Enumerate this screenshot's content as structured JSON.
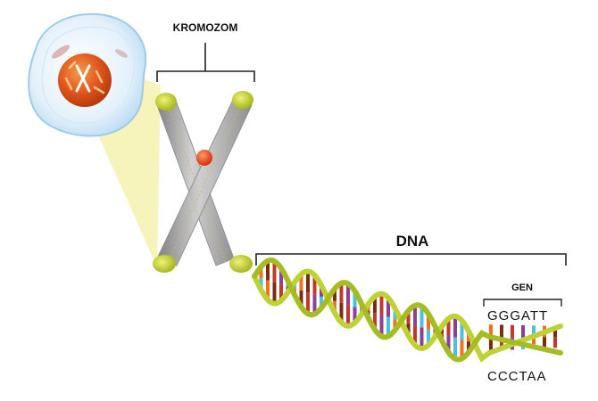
{
  "labels": {
    "chromosome": "KROMOZOM",
    "dna": "DNA",
    "gene": "GEN",
    "seq_top": "GGGATT",
    "seq_bottom": "CCCTAA"
  },
  "colors": {
    "backbone": "#bfd235",
    "backbone_dark": "#8aa31c",
    "chromatid": "#9e9e9e",
    "centromere": "#ef4a1e",
    "cell_membrane": "#b9dcf4",
    "nucleus": "#e0561c",
    "zoom_beam": "#f6f3b4",
    "base_pairs": [
      "#8e3f97",
      "#49c0e8",
      "#f36f21",
      "#7a2d14",
      "#c0392b"
    ]
  }
}
